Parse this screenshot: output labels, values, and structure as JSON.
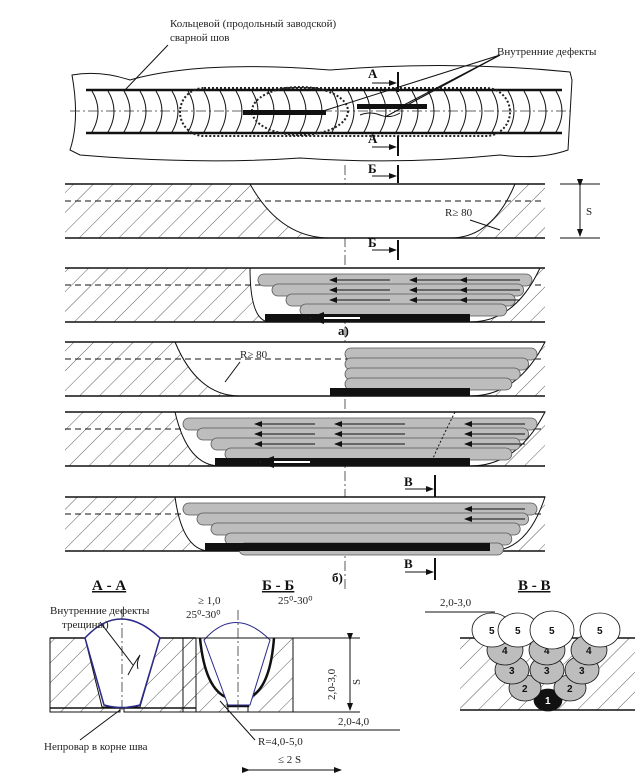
{
  "labels": {
    "seam_line1": "Кольцевой (продольный заводской)",
    "seam_line2": "сварной шов",
    "internal_defects": "Внутренние дефекты",
    "section_a": "А",
    "section_b": "Б",
    "section_v": "В",
    "radius": "R≥ 80",
    "thickness": "S",
    "sub_a": "а)",
    "sub_b": "б)"
  },
  "sections": {
    "aa": {
      "title": "А - А",
      "defects_line1": "Внутренние дефекты",
      "defects_line2": "трещины)",
      "lack_of_fusion": "Непровар в корне шва"
    },
    "bb": {
      "title": "Б - Б",
      "gap": "≥ 1,0",
      "angle_left": "25⁰-30⁰",
      "angle_right": "25⁰-30⁰",
      "depth": "2,0-3,0",
      "thickness": "S",
      "root_width": "2,0-4,0",
      "root_radius": "R=4,0-5,0",
      "width": "≤ 2 S"
    },
    "vv": {
      "title": "В - В",
      "overlap": "2,0-3,0",
      "passes": [
        "1",
        "2",
        "2",
        "3",
        "3",
        "3",
        "4",
        "4",
        "4",
        "5",
        "5",
        "5",
        "5"
      ]
    }
  }
}
